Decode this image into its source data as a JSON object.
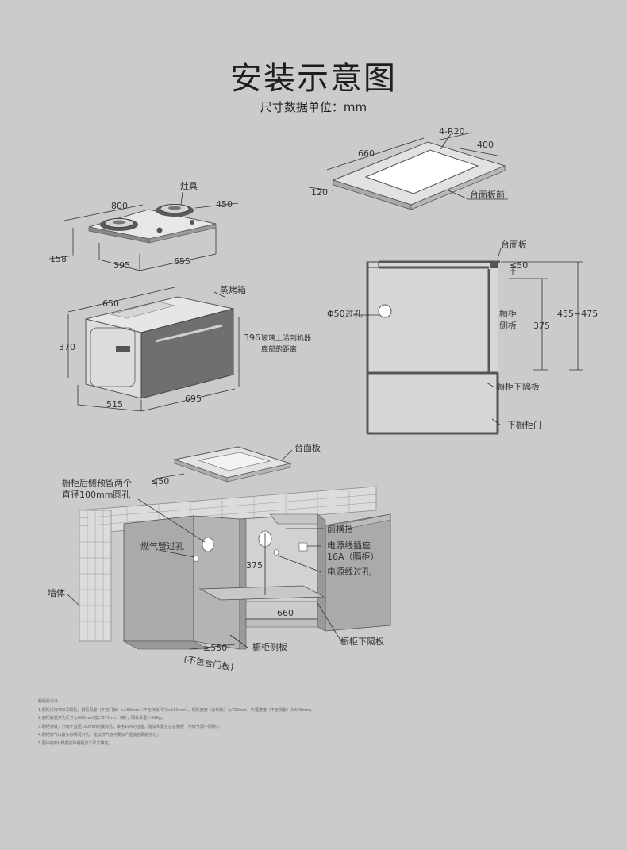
{
  "header": {
    "title": "安装示意图",
    "subtitle": "尺寸数据单位：mm"
  },
  "countertop_top": {
    "radius_label": "4-R20",
    "length": "660",
    "width": "400",
    "edge": "120",
    "label": "台面板前"
  },
  "hob": {
    "label": "灶具",
    "length": "800",
    "depth": "450",
    "height": "158",
    "cutout_depth": "395",
    "cutout_length": "655"
  },
  "oven": {
    "label": "蒸烤箱",
    "width": "650",
    "height": "370",
    "depth": "515",
    "front_width": "695",
    "glass_distance": "396",
    "glass_note_line1": "玻璃上沿到机器",
    "glass_note_line2": "底部的距离"
  },
  "cabinet_section": {
    "countertop": "台面板",
    "top_gap": "≤50",
    "hole": "Φ50过孔",
    "side_panel_line1": "橱柜",
    "side_panel_line2": "侧板",
    "inner_height": "375",
    "total_height": "455~475",
    "lower_shelf": "橱柜下隔板",
    "lower_door": "下橱柜门"
  },
  "installation": {
    "countertop": "台面板",
    "top_gap": "≤50",
    "rear_hole_line1": "橱柜后侧预留两个",
    "rear_hole_line2": "直径100mm圆孔",
    "gas_hole": "燃气管过孔",
    "front_rail": "前横挡",
    "socket_line1": "电源线插座",
    "socket_line2": "16A（隔柜）",
    "cable_hole": "电源线过孔",
    "wall": "墙体",
    "height": "375",
    "width": "660",
    "depth": "≥550",
    "depth_note": "(不包含门板)",
    "side_panel": "橱柜侧板",
    "shelf": "橱柜下隔板"
  },
  "notes": [
    "橱柜的设计",
    "1.橱柜采用700深橱柜。橱柜深度（不含门板）≥550mm（不含挡板尺寸≥530mm）。橱柜宽度（含侧板）为700mm，内框宽度（不含侧板）为660mm；",
    "2.底柜嵌装开孔尺寸为660mm(宽)*375mm（高），隔板承重＞50Kg；",
    "3.橱柜背板，开两个直径100mm的散热孔，采用16A的插座，建议布置在左右侧柜（与燃气源不同侧）；",
    "4.橱柜燃气口按实际情况开孔，建议燃气管不要从产品底部隔板穿过；",
    "5.图中底板H根据实际橱柜加工尺寸确定。"
  ]
}
